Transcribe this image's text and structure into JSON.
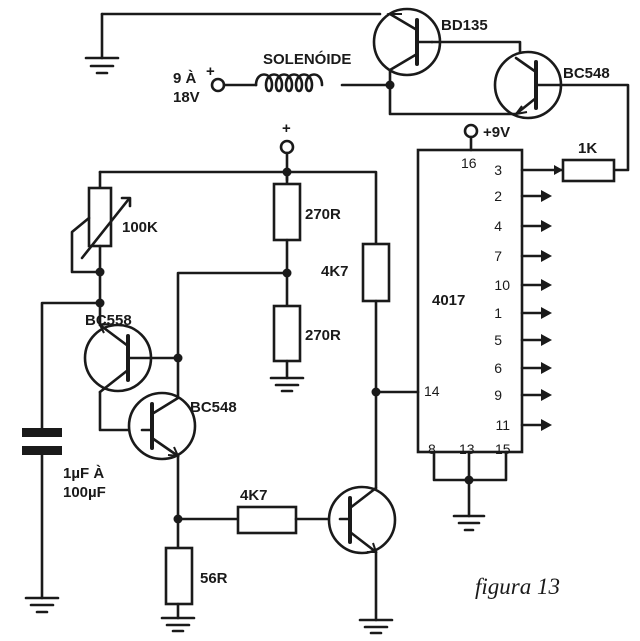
{
  "labels": {
    "q_bd135": "BD135",
    "q_bc548_top": "BC548",
    "q_bc558": "BC558",
    "q_bc548_mid": "BC548",
    "solenoid": "SOLENÓIDE",
    "supply_line1": "9 À",
    "supply_line2": "18V",
    "supply_plus": "+",
    "plus_9v": "+9V",
    "plus": "+",
    "r_1k": "1K",
    "pot_100k": "100K",
    "r_270_top": "270R",
    "r_270_bottom": "270R",
    "r_4k7_vertical": "4K7",
    "r_4k7_horizontal": "4K7",
    "r_56": "56R",
    "cap_line1": "1µF À",
    "cap_line2": "100µF",
    "ic_name": "4017",
    "caption": "figura 13"
  },
  "ic_pins": {
    "vcc": "16",
    "clock": "14",
    "outputs": [
      "3",
      "2",
      "4",
      "7",
      "10",
      "1",
      "5",
      "6",
      "9",
      "11"
    ],
    "bottom": [
      "8",
      "13",
      "15"
    ]
  }
}
